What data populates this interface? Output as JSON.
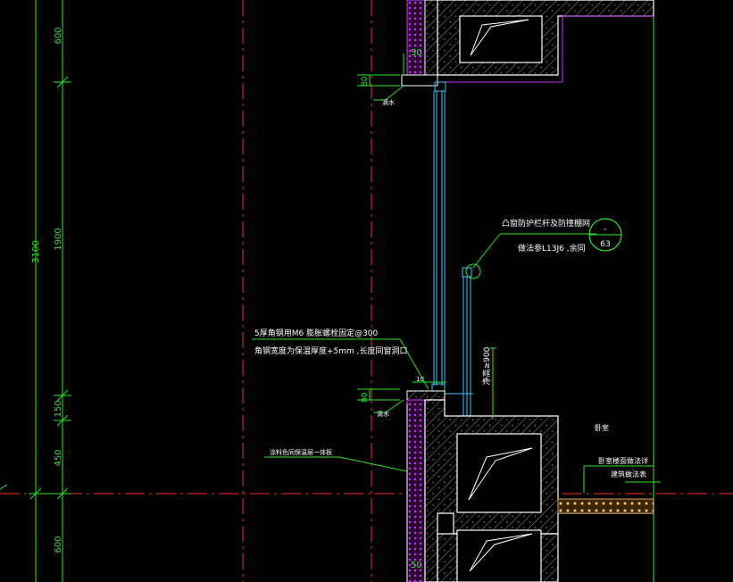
{
  "dimensions": {
    "left_total": "3100",
    "segments": [
      "600",
      "1900",
      "150",
      "450",
      "600"
    ],
    "label_50_top": "50",
    "label_50_bottom": "50",
    "label_80_top": "80",
    "label_80_bottom": "80",
    "label_10": "10",
    "label_900": "净高≥900"
  },
  "annotations": {
    "railing_line1": "凸窗防护栏杆及防撞棚网",
    "railing_line2": "做法参L13J6 ,余同",
    "angle_line1": "5厚角钢用M6 膨胀螺栓固定@300",
    "angle_line2": "角钢宽度为保温厚度+5mm ,长度同窗洞口",
    "sill_top": "滴水",
    "sill_bottom": "滴水",
    "wall_note": "涂料色同保温层一体板",
    "room": "卧室",
    "floor_line1": "卧室楼面做法详",
    "floor_line2": "建筑做法表"
  },
  "detail_callout": {
    "top": "-",
    "bottom": "63"
  },
  "colors": {
    "background": "#000000",
    "dimension": "#27e627",
    "axis": "#ff2a2a",
    "wall": "#ffffff",
    "window": "#39c8ff",
    "insulation": "#cc33ff",
    "screed": "#d3a860"
  }
}
